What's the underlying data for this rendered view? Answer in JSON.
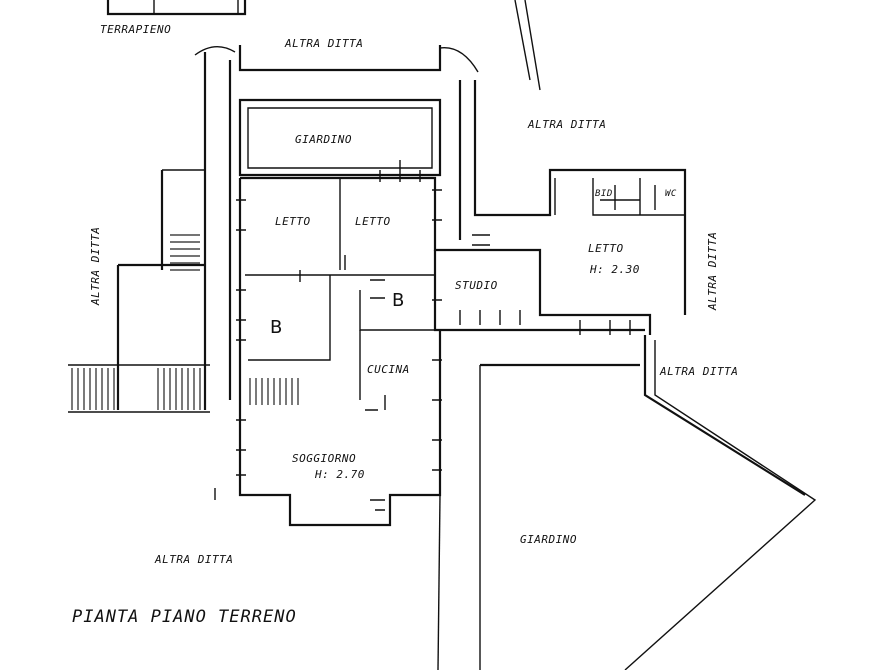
{
  "drawing": {
    "title": "PIANTA PIANO TERRENO",
    "labels": {
      "terrapieno": "TERRAPIENO",
      "altra_ditta_top": "ALTRA DITTA",
      "altra_ditta_right_top": "ALTRA DITTA",
      "altra_ditta_left": "ALTRA DITTA",
      "altra_ditta_right_mid": "ALTRA DITTA",
      "altra_ditta_right_low": "ALTRA DITTA",
      "altra_ditta_bottom": "ALTRA DITTA",
      "giardino_top": "GIARDINO",
      "giardino_bottom": "GIARDINO",
      "letto_1": "LETTO",
      "letto_2": "LETTO",
      "letto_3": "LETTO",
      "letto_3_height": "H: 2.30",
      "bagno_1": "B",
      "bagno_2": "B",
      "studio": "STUDIO",
      "cucina": "CUCINA",
      "soggiorno": "SOGGIORNO",
      "soggiorno_height": "H: 2.70",
      "bidet": "BID",
      "wc": "WC"
    }
  }
}
